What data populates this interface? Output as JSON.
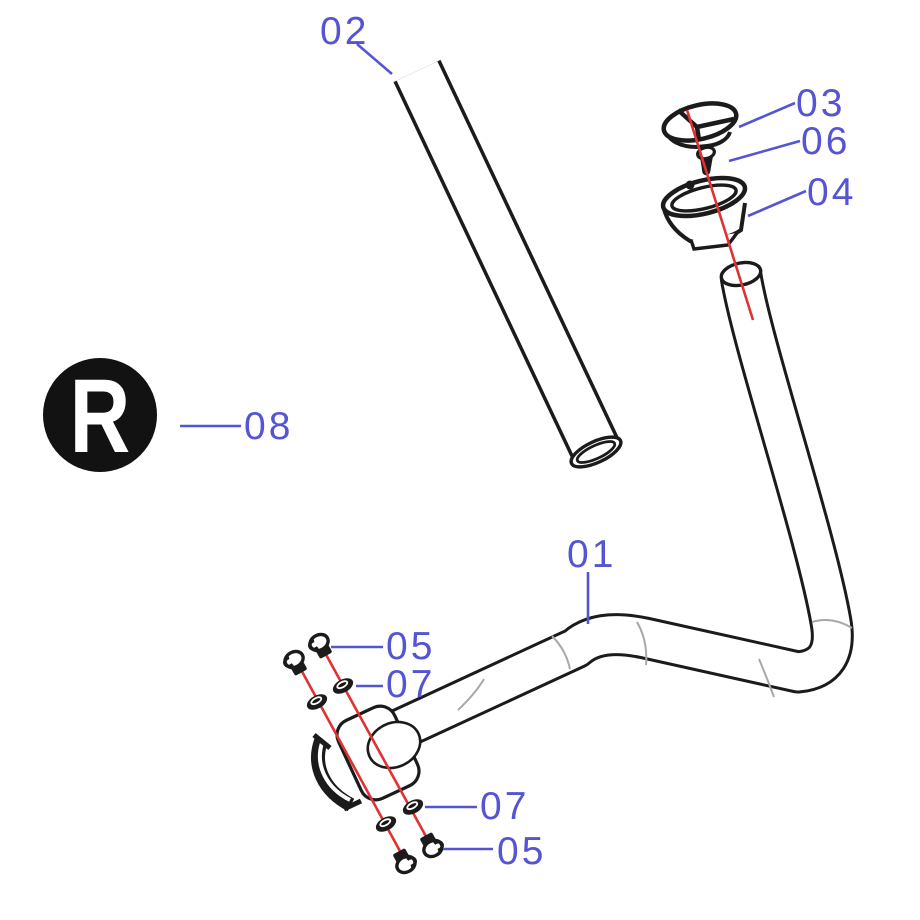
{
  "diagram": {
    "callouts": {
      "part01": {
        "text": "01"
      },
      "part02": {
        "text": "02"
      },
      "part03": {
        "text": "03"
      },
      "part04": {
        "text": "04"
      },
      "part06": {
        "text": "06"
      },
      "part08": {
        "text": "08"
      },
      "bolt_top": {
        "text": "05"
      },
      "washer_top": {
        "text": "07"
      },
      "washer_bottom": {
        "text": "07"
      },
      "bolt_bottom": {
        "text": "05"
      }
    },
    "badge": {
      "text": "R"
    },
    "colors": {
      "label": "#5554d2",
      "leader": "#5554d2",
      "axis": "#e03232",
      "ink": "#1b1b1b",
      "seam": "#a8a8a8",
      "badge-bg": "#121212",
      "badge-fg": "#ffffff",
      "bg": "#ffffff"
    }
  }
}
